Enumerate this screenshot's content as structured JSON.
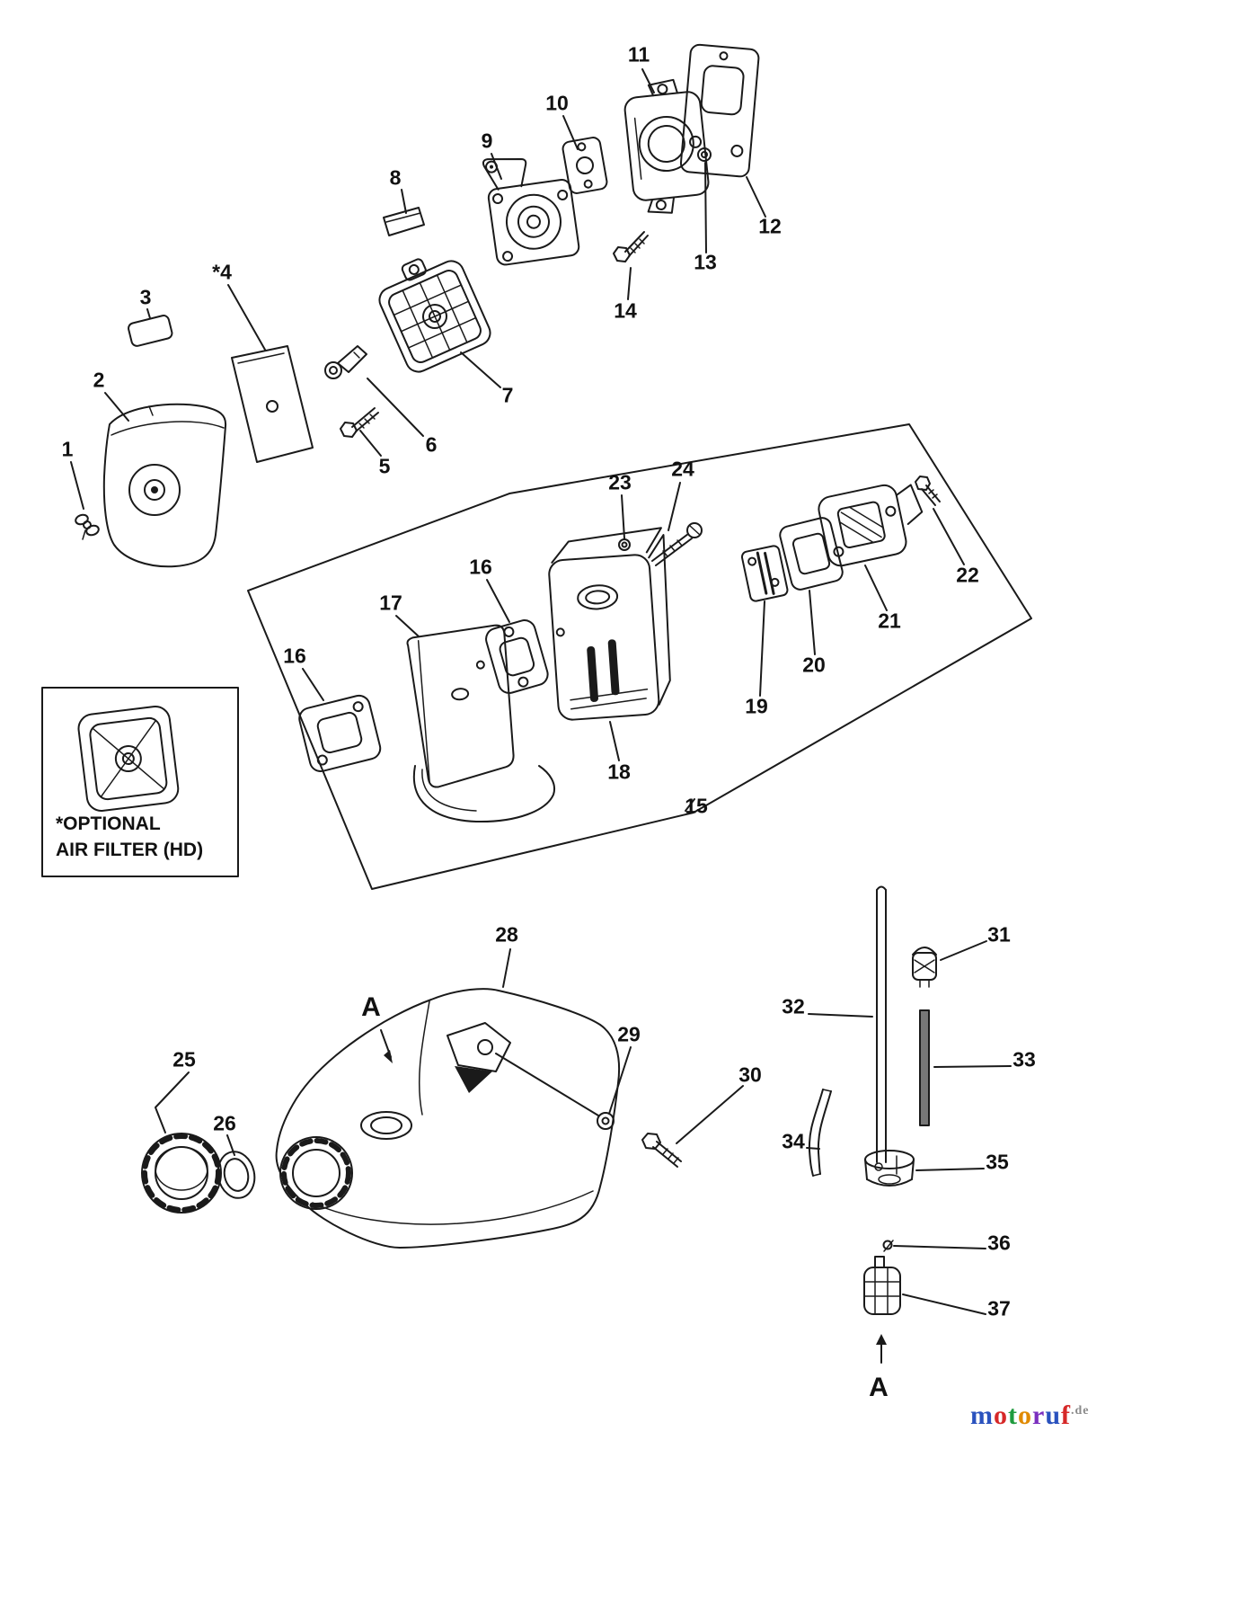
{
  "diagram": {
    "kind": "exploded-parts-diagram",
    "line_color": "#1a1a1a",
    "background": "#ffffff"
  },
  "callouts": {
    "c1": "1",
    "c2": "2",
    "c3": "3",
    "c4": "*4",
    "c5": "5",
    "c6": "6",
    "c7": "7",
    "c8": "8",
    "c9": "9",
    "c10": "10",
    "c11": "11",
    "c12": "12",
    "c13": "13",
    "c14": "14",
    "c15": "15",
    "c16a": "16",
    "c16b": "16",
    "c17": "17",
    "c18": "18",
    "c19": "19",
    "c20": "20",
    "c21": "21",
    "c22": "22",
    "c23": "23",
    "c24": "24",
    "c25": "25",
    "c26": "26",
    "c28": "28",
    "c29": "29",
    "c30": "30",
    "c31": "31",
    "c32": "32",
    "c33": "33",
    "c34": "34",
    "c35": "35",
    "c36": "36",
    "c37": "37",
    "section_a_top": "A",
    "section_a_bottom": "A"
  },
  "optional_filter_box": {
    "line1": "*OPTIONAL",
    "line2": "AIR FILTER (HD)"
  },
  "watermark": {
    "letters": [
      {
        "ch": "m",
        "color_style": "color:#2a52be"
      },
      {
        "ch": "o",
        "color_style": "color:#d62828"
      },
      {
        "ch": "t",
        "color_style": "color:#1f9b3e"
      },
      {
        "ch": "o",
        "color_style": "color:#e08a00"
      },
      {
        "ch": "r",
        "color_style": "color:#7b2fbe"
      },
      {
        "ch": "u",
        "color_style": "color:#2a52be"
      },
      {
        "ch": "f",
        "color_style": "color:#d62828"
      }
    ],
    "suffix": ".de",
    "suffix_style": "color:#8a8a8a"
  }
}
